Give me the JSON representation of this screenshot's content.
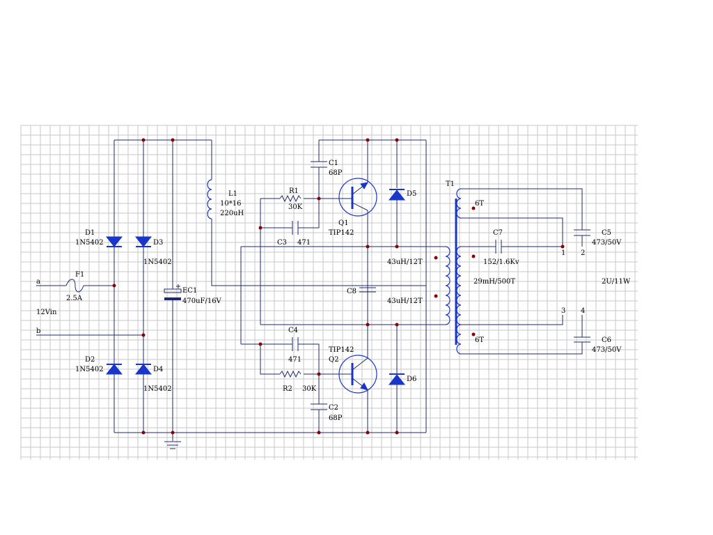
{
  "labels": {
    "a": "a",
    "b": "b",
    "vin": "12Vin",
    "f1": "F1",
    "f1v": "2.5A",
    "d1": "D1",
    "d1v": "1N5402",
    "d2": "D2",
    "d2v": "1N5402",
    "d3": "D3",
    "d3v": "1N5402",
    "d4": "D4",
    "d4v": "1N5402",
    "ec1": "EC1",
    "ec1v": "470uF/16V",
    "l1": "L1",
    "l1v1": "10*16",
    "l1v2": "220uH",
    "c1": "C1",
    "c1v": "68P",
    "r1": "R1",
    "r1v": "30K",
    "c3": "C3",
    "c3v": "471",
    "q1": "Q1",
    "q1v": "TIP142",
    "d5": "D5",
    "d6": "D6",
    "c8": "C8",
    "pri1": "43uH/12T",
    "pri2": "43uH/12T",
    "c4": "C4",
    "c4v": "471",
    "q2v": "TIP142",
    "q2": "Q2",
    "r2": "R2",
    "r2v": "30K",
    "c2": "C2",
    "c2v": "68P",
    "t1": "T1",
    "sec1": "6T",
    "sec2": "6T",
    "c7": "C7",
    "c7v": "152/1.6Kv",
    "main": "29mH/500T",
    "c5": "C5",
    "c5v": "473/50V",
    "c6": "C6",
    "c6v": "473/50V",
    "out": "2U/11W",
    "p1": "1",
    "p2": "2",
    "p3": "3",
    "p4": "4"
  }
}
